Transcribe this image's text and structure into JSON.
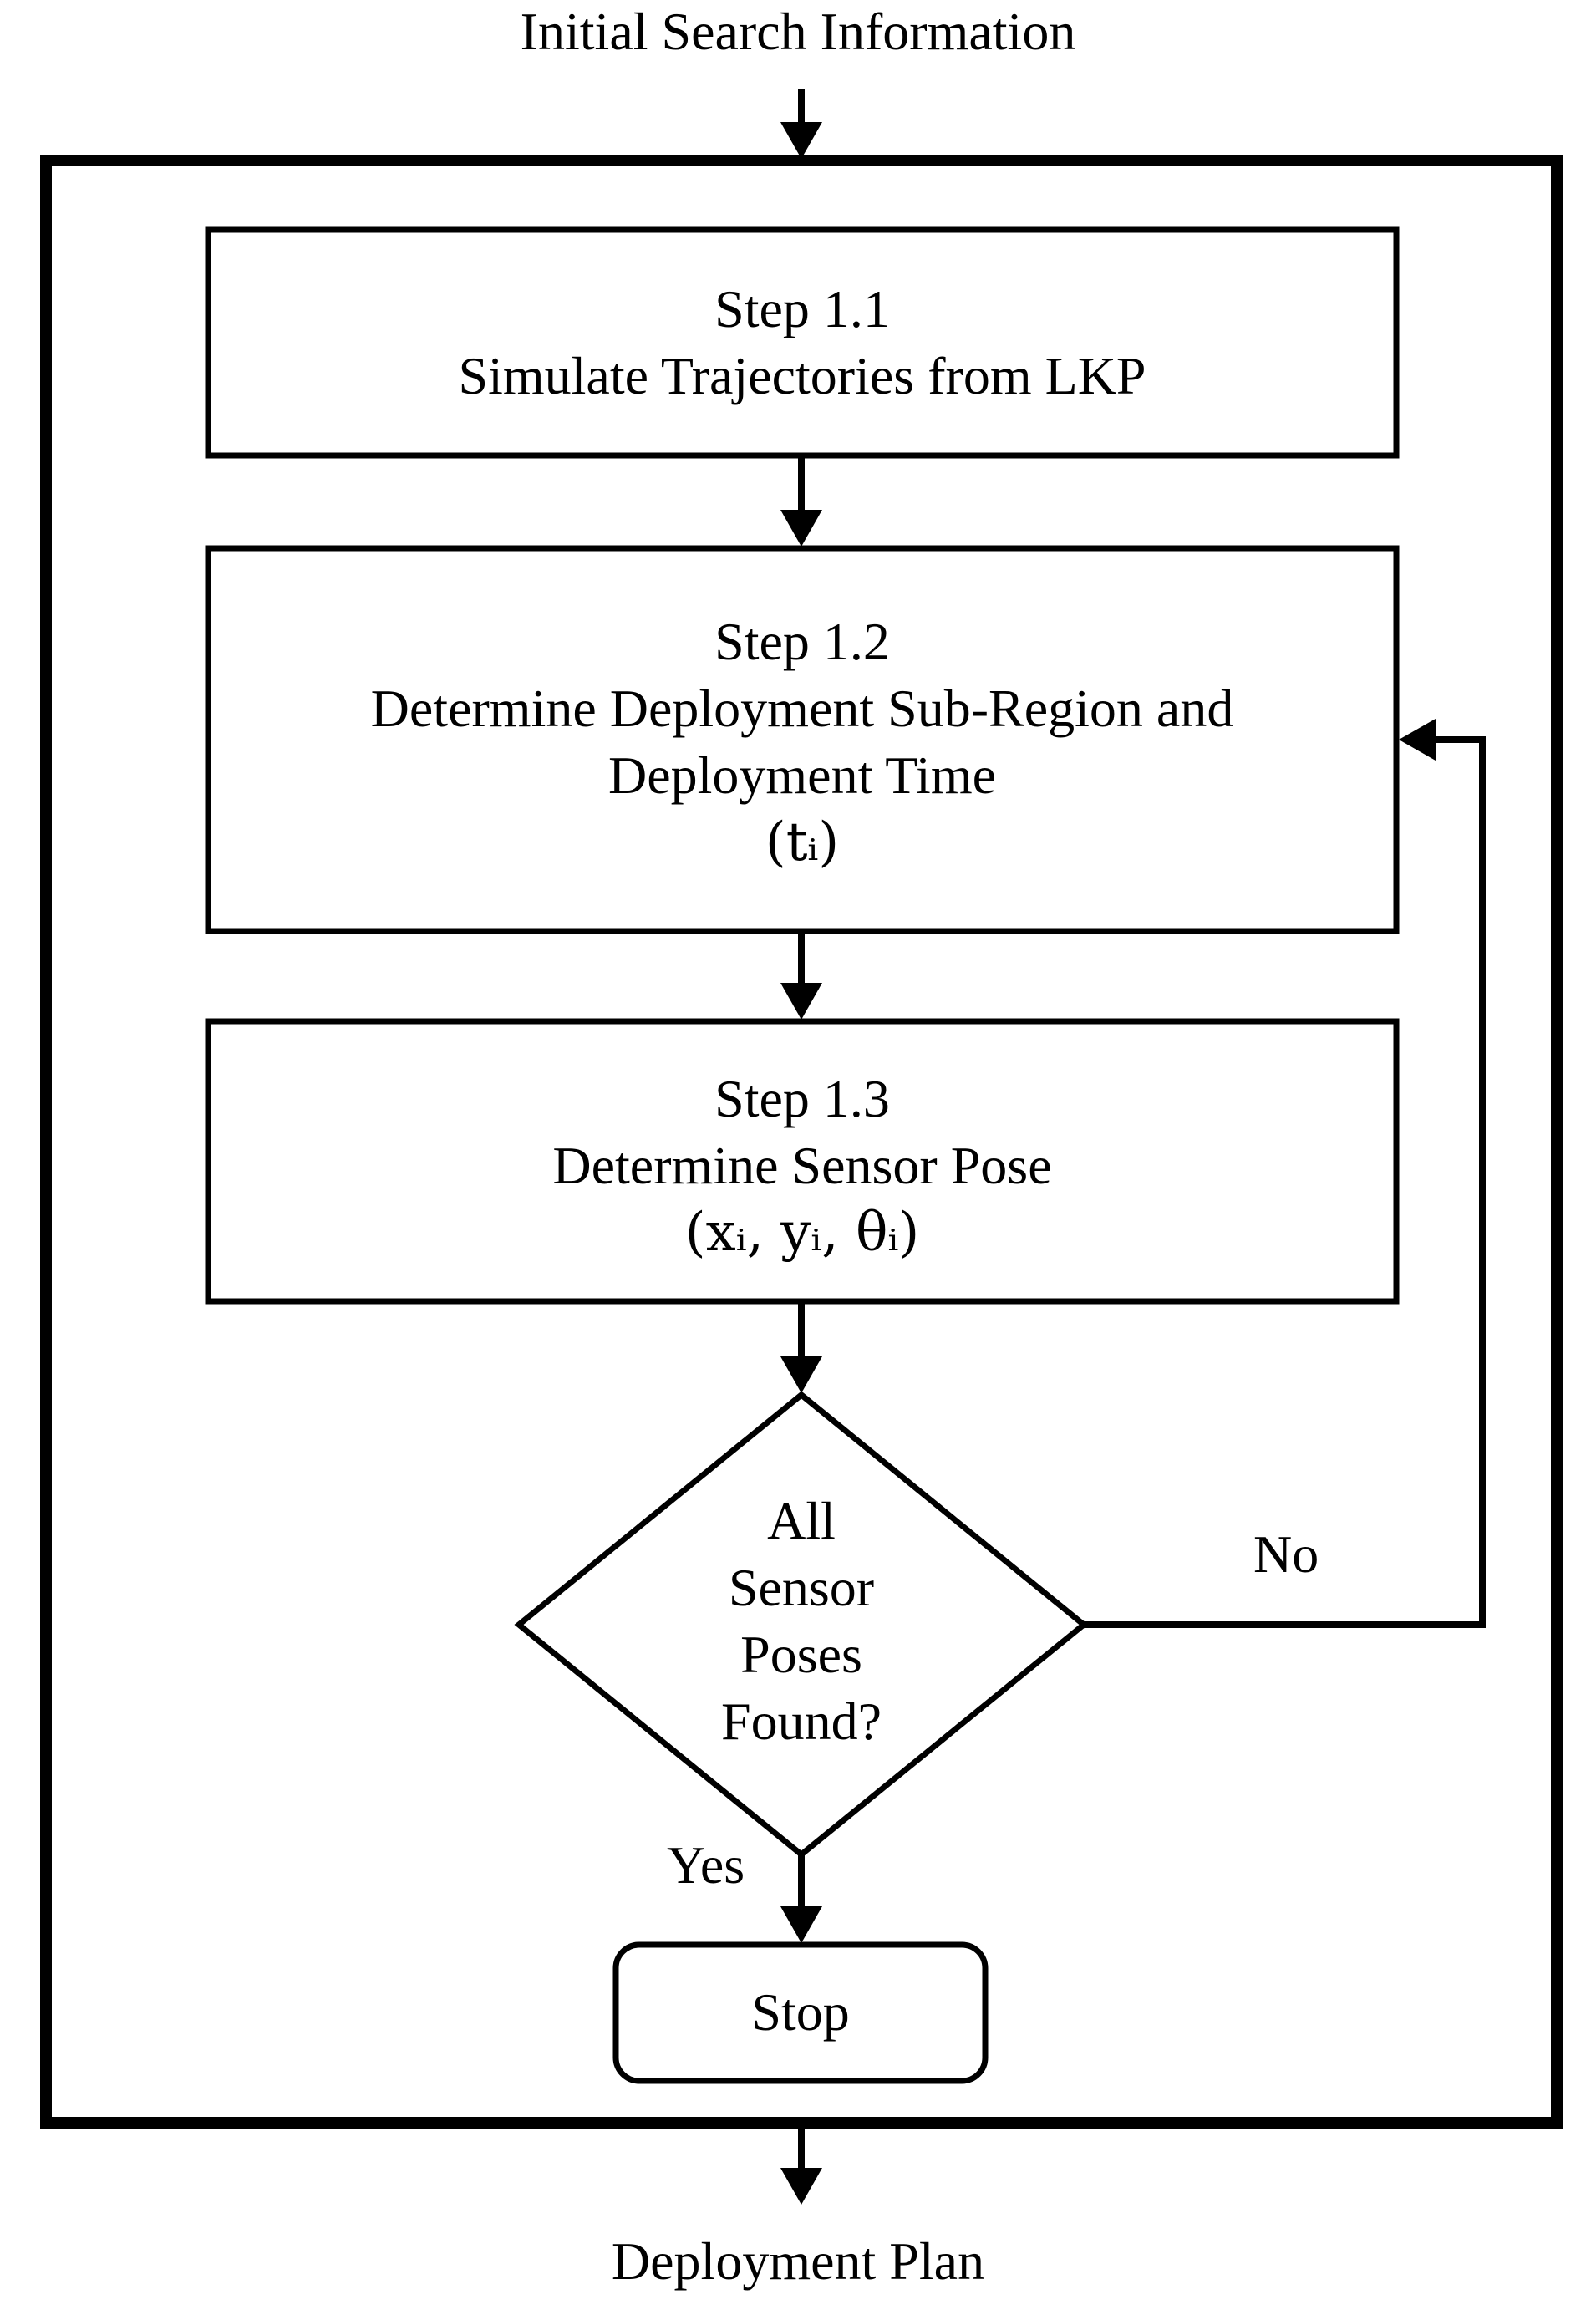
{
  "input_label": "Initial Search Information",
  "output_label": "Deployment Plan",
  "steps": [
    {
      "title": "Step 1.1",
      "lines": [
        "Simulate Trajectories from LKP"
      ]
    },
    {
      "title": "Step 1.2",
      "lines": [
        "Determine Deployment Sub-Region and",
        "Deployment Time",
        "(tᵢ)"
      ]
    },
    {
      "title": "Step 1.3",
      "lines": [
        "Determine Sensor Pose",
        "(xᵢ, yᵢ, θᵢ)"
      ]
    }
  ],
  "decision": {
    "lines": [
      "All",
      "Sensor",
      "Poses",
      "Found?"
    ]
  },
  "branch_no": "No",
  "branch_yes": "Yes",
  "terminal": "Stop"
}
